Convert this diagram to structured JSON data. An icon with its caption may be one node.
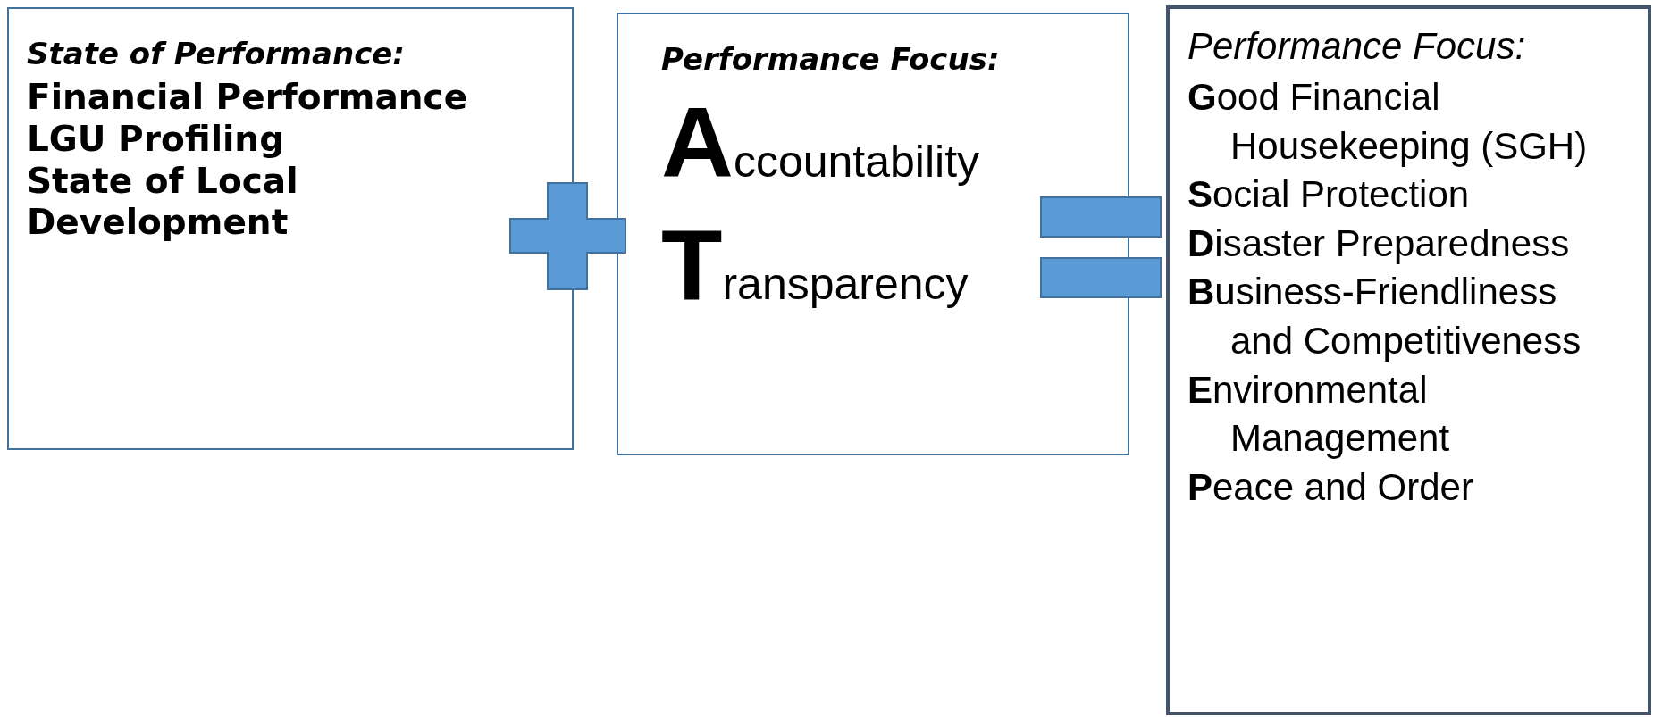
{
  "diagram": {
    "nodes": [
      {
        "text": [
          "State of Performance:",
          "Financial Performance",
          "LGU Profiling",
          "State of Local Development"
        ]
      },
      {
        "text": [
          "Performance Focus:",
          "**A**ccountability",
          "**T**ransparency"
        ]
      },
      {
        "text": [
          "Performance Focus:",
          "**G**ood Financial Housekeeping (SGH)",
          "**S**ocial Protection",
          "**D**isaster Preparedness",
          "**B**usiness-Friendliness and Competitiveness",
          "**E**nvironmental Management",
          "**P**eace and Order"
        ]
      }
    ]
  }
}
